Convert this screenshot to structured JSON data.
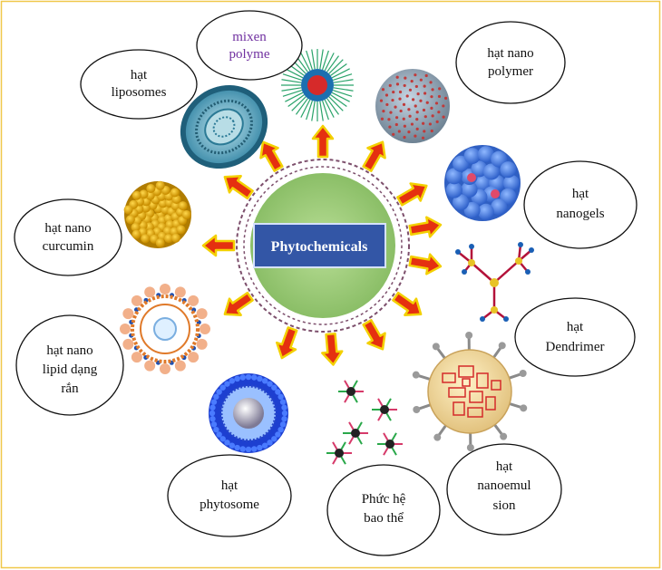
{
  "diagram": {
    "center_label": "Phytochemicals",
    "colors": {
      "border": "#f0c84a",
      "center_disc": "#9ccb7c",
      "center_box": "#3356a6",
      "arrow_fill": "#e53010",
      "arrow_stroke": "#f3d000",
      "dashed_ring": "#7d4f6c"
    },
    "labels": {
      "mixen_polyme": [
        "mixen",
        "polyme"
      ],
      "liposomes": [
        "hạt",
        "liposomes"
      ],
      "nano_polymer": [
        "hạt nano",
        "polymer"
      ],
      "nanogels": [
        "hạt",
        "nanogels"
      ],
      "curcumin": [
        "hạt nano",
        "curcumin"
      ],
      "dendrimer": [
        "hạt",
        "Dendrimer"
      ],
      "lipid": [
        "hạt nano",
        "lipid dạng",
        "rắn"
      ],
      "phytosome": [
        "hạt",
        "phytosome"
      ],
      "phuc_he": [
        "Phức hệ",
        "bao thể"
      ],
      "nanoemulsion": [
        "hạt",
        "nanoemul",
        "sion"
      ]
    },
    "icons": [
      "micelle-icon",
      "liposome-icon",
      "polymer-nanoparticle-icon",
      "nanogel-icon",
      "curcumin-nanoparticle-icon",
      "dendrimer-icon",
      "solid-lipid-nanoparticle-icon",
      "phytosome-icon",
      "inclusion-complex-icon",
      "nanoemulsion-icon"
    ]
  }
}
